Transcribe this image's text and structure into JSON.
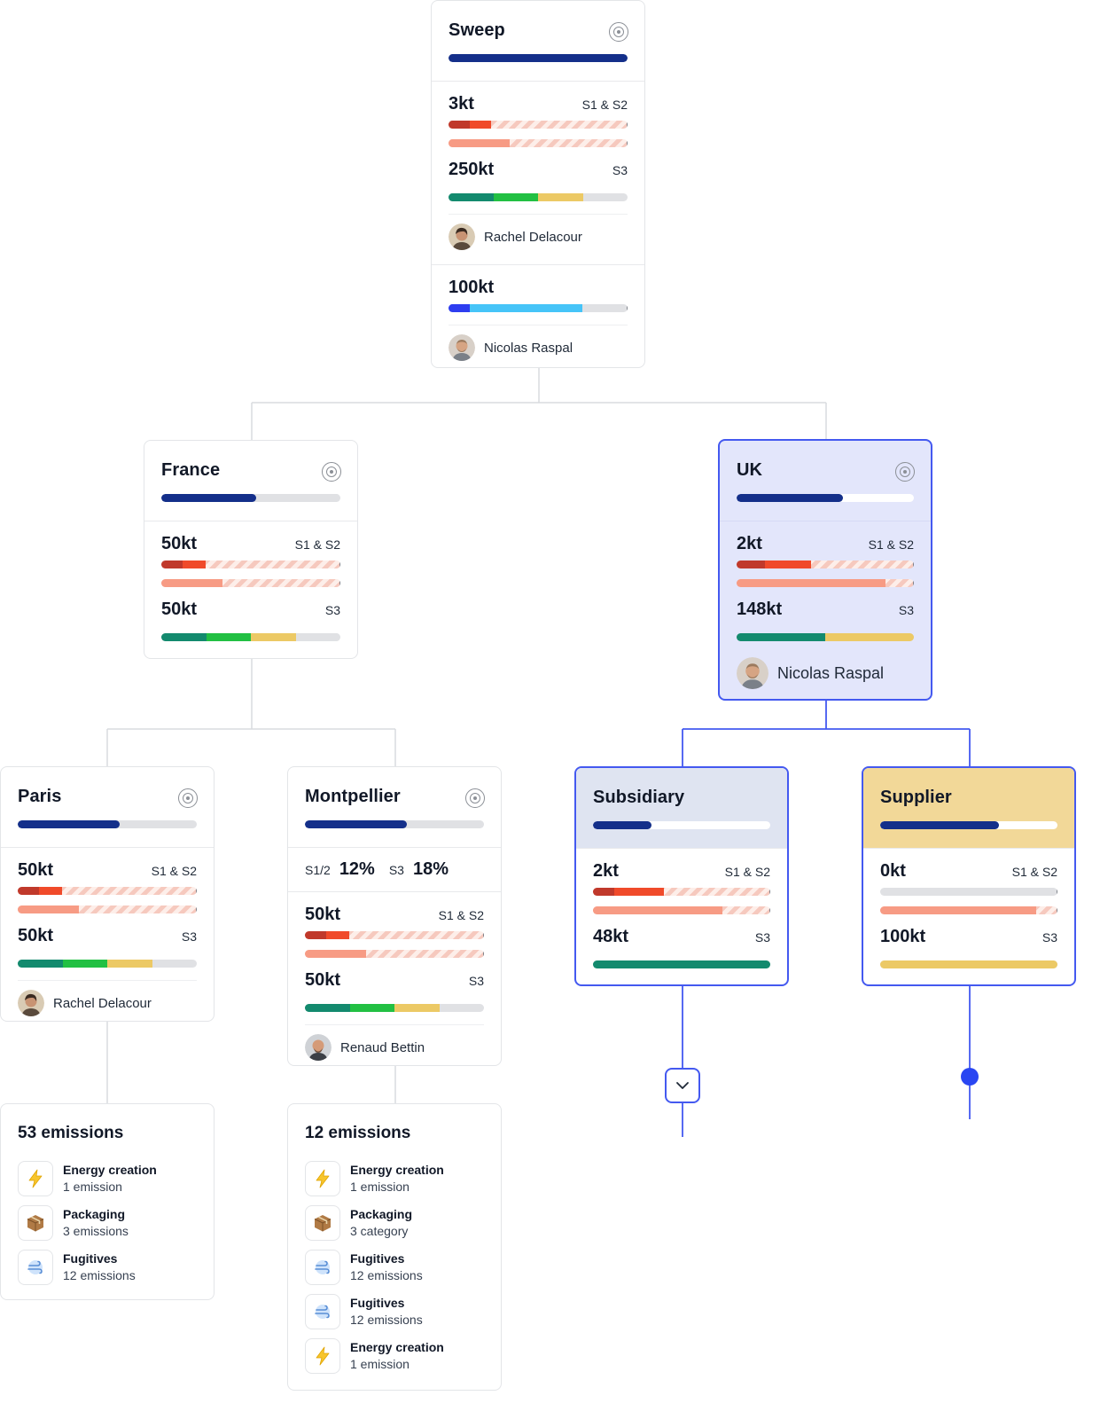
{
  "colors": {
    "navy": "#142f8a",
    "accent_blue": "#4459f0",
    "track": "#e0e1e4",
    "s12_dark": "#c0392b",
    "s12_red": "#f04a2a",
    "s12_salmon": "#f79b84",
    "s3_teal": "#138a6e",
    "s3_green": "#22c043",
    "s3_yellow": "#ecc965",
    "sweep_royal": "#2e3df0",
    "sweep_sky": "#46c4f8",
    "supplier_header": "#f2d898",
    "subsidiary_header": "#dfe4f1"
  },
  "sweep": {
    "title": "Sweep",
    "progress": 1.0,
    "s12_value": "3kt",
    "s12_label": "S1 & S2",
    "s12_bar": [
      0.12,
      0.24
    ],
    "s12_bar2": 0.34,
    "s3_value": "250kt",
    "s3_label": "S3",
    "s3_bar": [
      0.25,
      0.5,
      0.75
    ],
    "owner": "Rachel Delacour",
    "sub_value": "100kt",
    "sub_bar": [
      0.12,
      0.75
    ],
    "sub_owner": "Nicolas Raspal"
  },
  "france": {
    "title": "France",
    "progress": 0.53,
    "s12_value": "50kt",
    "s12_label": "S1 & S2",
    "s12_bar": [
      0.12,
      0.25
    ],
    "s12_bar2": 0.34,
    "s3_value": "50kt",
    "s3_label": "S3",
    "s3_bar": [
      0.25,
      0.5,
      0.75
    ]
  },
  "uk": {
    "title": "UK",
    "progress": 0.6,
    "s12_value": "2kt",
    "s12_label": "S1 & S2",
    "s12_bar": [
      0.16,
      0.42
    ],
    "s12_bar2": 0.84,
    "s3_value": "148kt",
    "s3_label": "S3",
    "s3_bar": [
      0.5,
      0.5,
      1.0
    ],
    "owner": "Nicolas Raspal"
  },
  "paris": {
    "title": "Paris",
    "progress": 0.57,
    "s12_value": "50kt",
    "s12_label": "S1 & S2",
    "s12_bar": [
      0.12,
      0.25
    ],
    "s12_bar2": 0.34,
    "s3_value": "50kt",
    "s3_label": "S3",
    "s3_bar": [
      0.25,
      0.5,
      0.75
    ],
    "owner": "Rachel Delacour"
  },
  "montpellier": {
    "title": "Montpellier",
    "progress": 0.57,
    "s12_pct_label": "S1/2",
    "s12_pct": "12%",
    "s3_pct_label": "S3",
    "s3_pct": "18%",
    "s12_value": "50kt",
    "s12_label": "S1 & S2",
    "s12_bar": [
      0.12,
      0.25
    ],
    "s12_bar2": 0.34,
    "s3_value": "50kt",
    "s3_label": "S3",
    "s3_bar": [
      0.25,
      0.5,
      0.75
    ],
    "owner": "Renaud Bettin"
  },
  "subsidiary": {
    "title": "Subsidiary",
    "progress": 0.33,
    "s12_value": "2kt",
    "s12_label": "S1 & S2",
    "s12_bar": [
      0.12,
      0.4
    ],
    "s12_bar2": 0.73,
    "s3_value": "48kt",
    "s3_label": "S3",
    "s3_bar": [
      1.0,
      1.0,
      1.0
    ]
  },
  "supplier": {
    "title": "Supplier",
    "progress": 0.67,
    "s12_value": "0kt",
    "s12_label": "S1 & S2",
    "s12_bar": [
      0.0,
      0.0
    ],
    "s12_bar2": 0.88,
    "s3_value": "100kt",
    "s3_label": "S3",
    "s3_bar": [
      0.0,
      0.0,
      1.0
    ]
  },
  "paris_emissions": {
    "title": "53 emissions",
    "items": [
      {
        "icon": "lightning-icon",
        "name": "Energy creation",
        "count": "1 emission"
      },
      {
        "icon": "package-icon",
        "name": "Packaging",
        "count": "3 emissions"
      },
      {
        "icon": "wind-icon",
        "name": "Fugitives",
        "count": "12 emissions"
      }
    ]
  },
  "montpellier_emissions": {
    "title": "12 emissions",
    "items": [
      {
        "icon": "lightning-icon",
        "name": "Energy creation",
        "count": "1 emission"
      },
      {
        "icon": "package-icon",
        "name": "Packaging",
        "count": "3 category"
      },
      {
        "icon": "wind-icon",
        "name": "Fugitives",
        "count": "12 emissions"
      },
      {
        "icon": "wind-icon",
        "name": "Fugitives",
        "count": "12 emissions"
      },
      {
        "icon": "lightning-icon",
        "name": "Energy creation",
        "count": "1 emission"
      }
    ]
  }
}
